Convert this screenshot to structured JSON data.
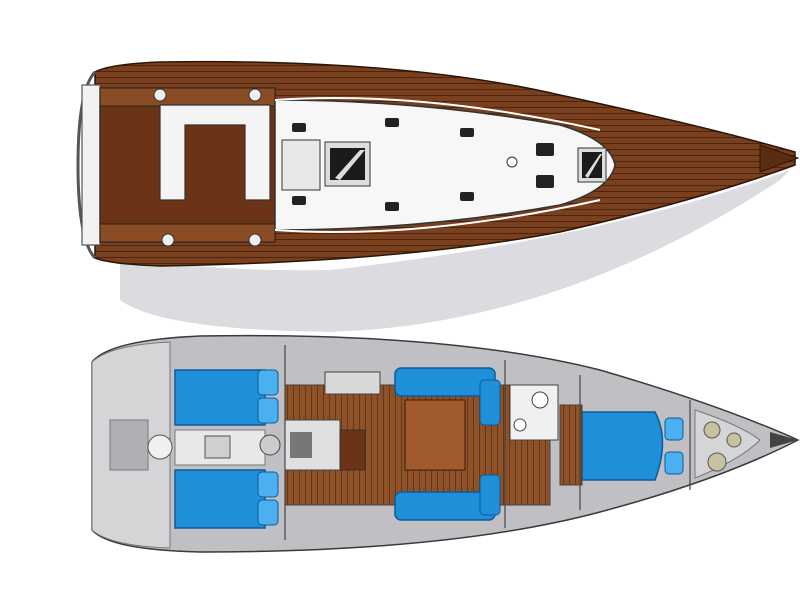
{
  "diagram": {
    "views": [
      {
        "id": "deck-plan",
        "kind": "deck-view"
      },
      {
        "id": "interior-layout",
        "kind": "accommodation-plan"
      }
    ],
    "colors": {
      "teak": "#7a3f1c",
      "teak_light": "#9c5a32",
      "teak_dark": "#4a2510",
      "deck_white": "#f7f7f7",
      "hull_grey": "#b8b8bc",
      "shadow": "#dadade",
      "cushion_blue": "#1e8fd8",
      "cushion_dark": "#0e5a9a",
      "interior_wood": "#9a5a2e",
      "outline": "#3a3a3a"
    },
    "cabins": [
      {
        "id": "aft-cabin-port",
        "berth": "double"
      },
      {
        "id": "aft-cabin-starboard",
        "berth": "double"
      },
      {
        "id": "forward-cabin",
        "berth": "v-berth"
      }
    ],
    "labels": []
  }
}
